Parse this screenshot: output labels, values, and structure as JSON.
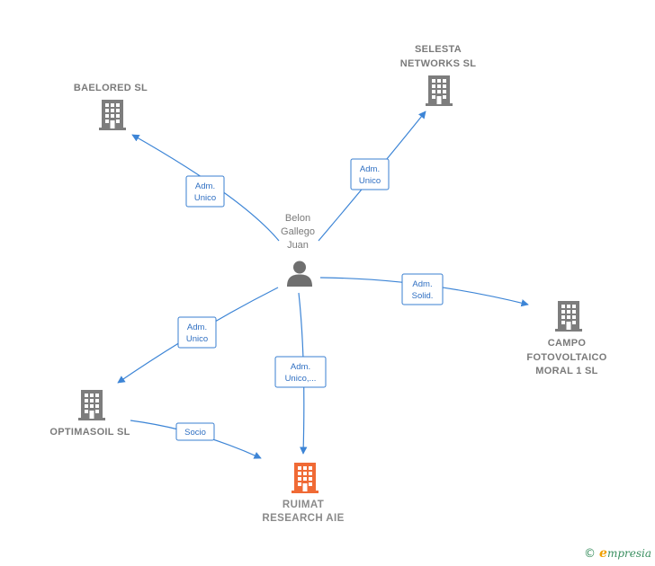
{
  "colors": {
    "edge": "#3d85d6",
    "building": "#7d7d7d",
    "focus_building": "#f06a35",
    "person": "#6f6f6f"
  },
  "nodes": {
    "person": {
      "lines": [
        "Belon",
        "Gallego",
        "Juan"
      ],
      "icon": "person-icon"
    },
    "baelored": {
      "lines": [
        "BAELORED SL"
      ],
      "icon": "building-icon"
    },
    "selesta": {
      "lines": [
        "SELESTA",
        "NETWORKS  SL"
      ],
      "icon": "building-icon"
    },
    "campo": {
      "lines": [
        "CAMPO",
        "FOTOVOLTAICO",
        "MORAL 1 SL"
      ],
      "icon": "building-icon"
    },
    "optimasoil": {
      "lines": [
        "OPTIMASOIL SL"
      ],
      "icon": "building-icon"
    },
    "ruimat": {
      "lines": [
        "RUIMAT",
        "RESEARCH AIE"
      ],
      "icon": "building-icon"
    }
  },
  "edges": {
    "to_baelored": [
      "Adm.",
      "Unico"
    ],
    "to_selesta": [
      "Adm.",
      "Unico"
    ],
    "to_campo": [
      "Adm.",
      "Solid."
    ],
    "to_optimasoil": [
      "Adm.",
      "Unico"
    ],
    "to_ruimat": [
      "Adm.",
      "Unico,..."
    ],
    "optimasoil_to_ruimat": [
      "Socio"
    ]
  },
  "footer": {
    "copyright": "©",
    "brand_first": "e",
    "brand_rest": "mpresia"
  }
}
